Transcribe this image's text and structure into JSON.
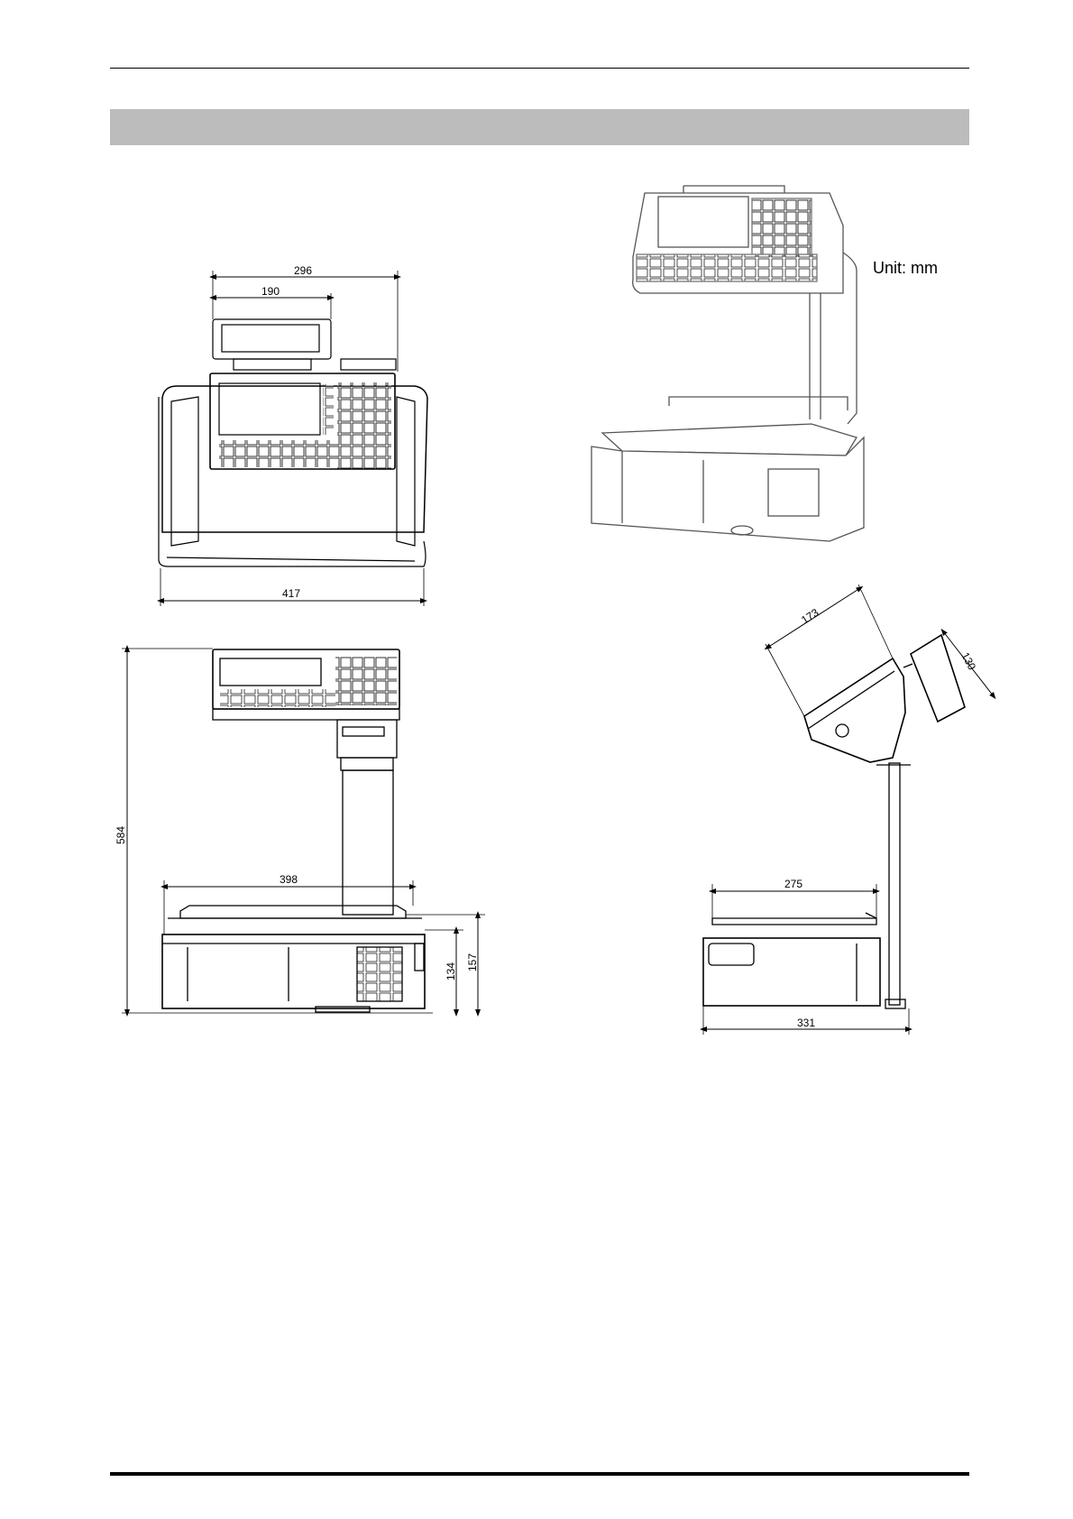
{
  "unit_label": "Unit: mm",
  "dimensions": {
    "top_width_overall": "296",
    "top_width_display": "190",
    "top_width_base": "417",
    "front_height_total": "584",
    "front_platter_width": "398",
    "front_height_base": "134",
    "front_height_platter": "157",
    "side_head_depth": "173",
    "side_display_height": "130",
    "side_platter_depth": "275",
    "side_base_depth": "331"
  }
}
